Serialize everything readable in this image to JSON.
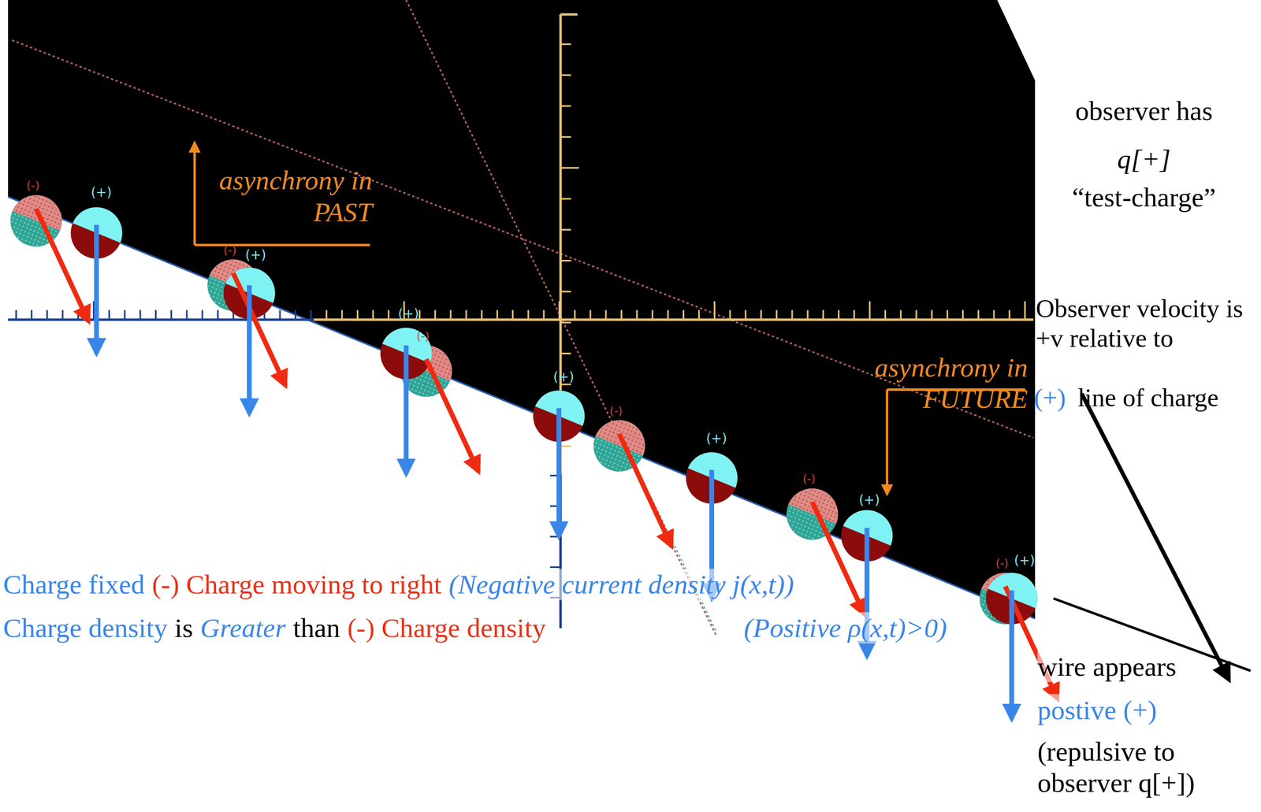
{
  "diagram": {
    "labels": [
      "(+)",
      "(+)",
      "(+)",
      "(+)",
      "(+)",
      "(+)",
      "(+)",
      "asynchrony in PAST",
      "asynchrony in FUTURE",
      "observer has",
      "q[+]",
      "“test-charge”",
      "Observer velocity is +v relative to",
      "(+)",
      "line of charge",
      "Charge fixed",
      "(-) Charge moving to right",
      "(Negative current density j(x,t))",
      "Charge density",
      "is",
      "Greater",
      "than",
      "(-) Charge density",
      "(Positive ρ(x,t)>0)",
      "wire appears",
      "postive (+)",
      "(repulsive to observer q[+])",
      "(-)",
      "(-)",
      "(-)",
      "(-)",
      "(-)",
      "(-)"
    ]
  }
}
